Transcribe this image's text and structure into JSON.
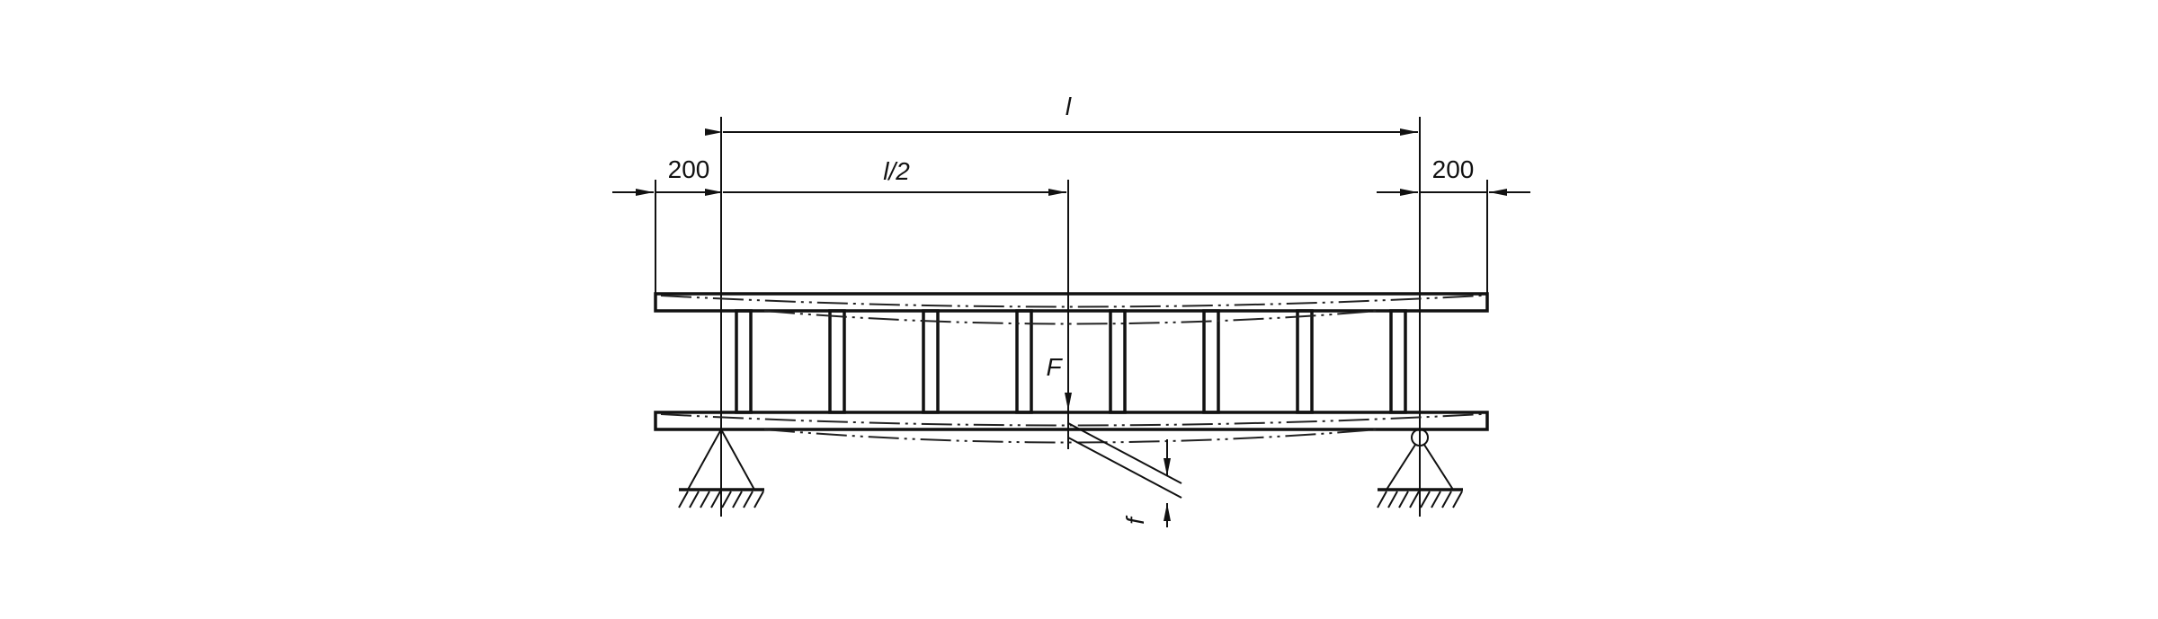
{
  "diagram": {
    "title": "Ladder bending test arrangement",
    "labels": {
      "span": "l",
      "half_span": "l/2",
      "overhang_left": "200",
      "overhang_right": "200",
      "force": "F",
      "deflection": "f"
    },
    "rung_count": 8
  }
}
